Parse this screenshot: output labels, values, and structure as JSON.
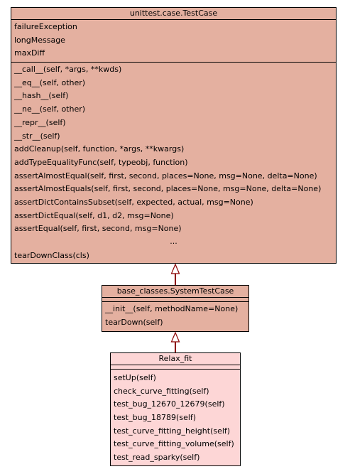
{
  "diagram": {
    "classes": [
      {
        "name": "unittest.case.TestCase",
        "attributes": [
          "failureException",
          "longMessage",
          "maxDiff"
        ],
        "methods": [
          "__call__(self, *args, **kwds)",
          "__eq__(self, other)",
          "__hash__(self)",
          "__ne__(self, other)",
          "__repr__(self)",
          "__str__(self)",
          "addCleanup(self, function, *args, **kwargs)",
          "addTypeEqualityFunc(self, typeobj, function)",
          "assertAlmostEqual(self, first, second, places=None, msg=None, delta=None)",
          "assertAlmostEquals(self, first, second, places=None, msg=None, delta=None)",
          "assertDictContainsSubset(self, expected, actual, msg=None)",
          "assertDictEqual(self, d1, d2, msg=None)",
          "assertEqual(self, first, second, msg=None)"
        ],
        "ellipsis": "...",
        "methods_after_ellipsis": [
          "tearDownClass(cls)"
        ]
      },
      {
        "name": "base_classes.SystemTestCase",
        "attributes": [],
        "methods": [
          "__init__(self, methodName=None)",
          "tearDown(self)"
        ]
      },
      {
        "name": "Relax_fit",
        "attributes": [],
        "methods": [
          "setUp(self)",
          "check_curve_fitting(self)",
          "test_bug_12670_12679(self)",
          "test_bug_18789(self)",
          "test_curve_fitting_height(self)",
          "test_curve_fitting_volume(self)",
          "test_read_sparky(self)"
        ]
      }
    ],
    "inheritance": [
      {
        "child": "base_classes.SystemTestCase",
        "parent": "unittest.case.TestCase"
      },
      {
        "child": "Relax_fit",
        "parent": "base_classes.SystemTestCase"
      }
    ],
    "colors": {
      "base_class_fill": "#e4b0a0",
      "leaf_class_fill": "#fdd6d6",
      "border": "#000000",
      "inheritance_arrow": "#8b0000"
    }
  }
}
